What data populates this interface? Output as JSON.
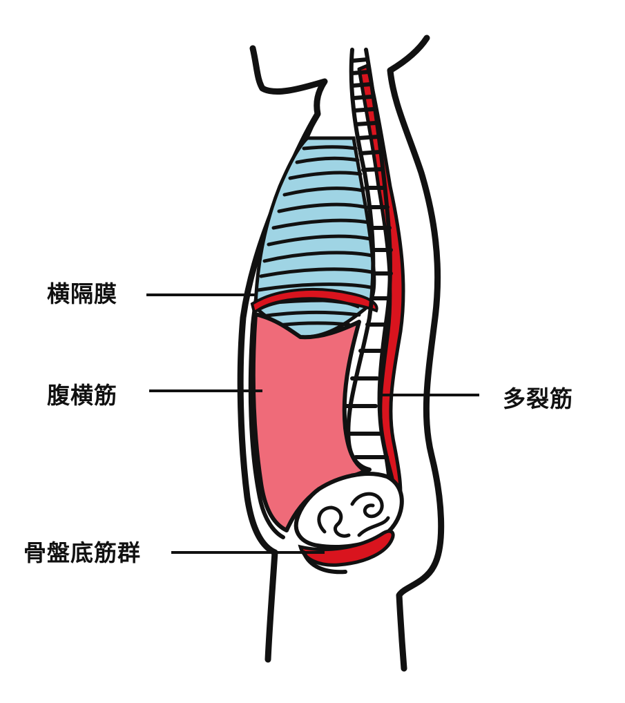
{
  "labels": {
    "diaphragm": "横隔膜",
    "transverse_abdominis": "腹横筋",
    "multifidus": "多裂筋",
    "pelvic_floor": "骨盤底筋群"
  },
  "colors": {
    "outline": "#111111",
    "rib_fill": "#9fd4e4",
    "abdomen_fill": "#ef6b79",
    "muscle_red": "#d9141e",
    "background": "#ffffff"
  }
}
